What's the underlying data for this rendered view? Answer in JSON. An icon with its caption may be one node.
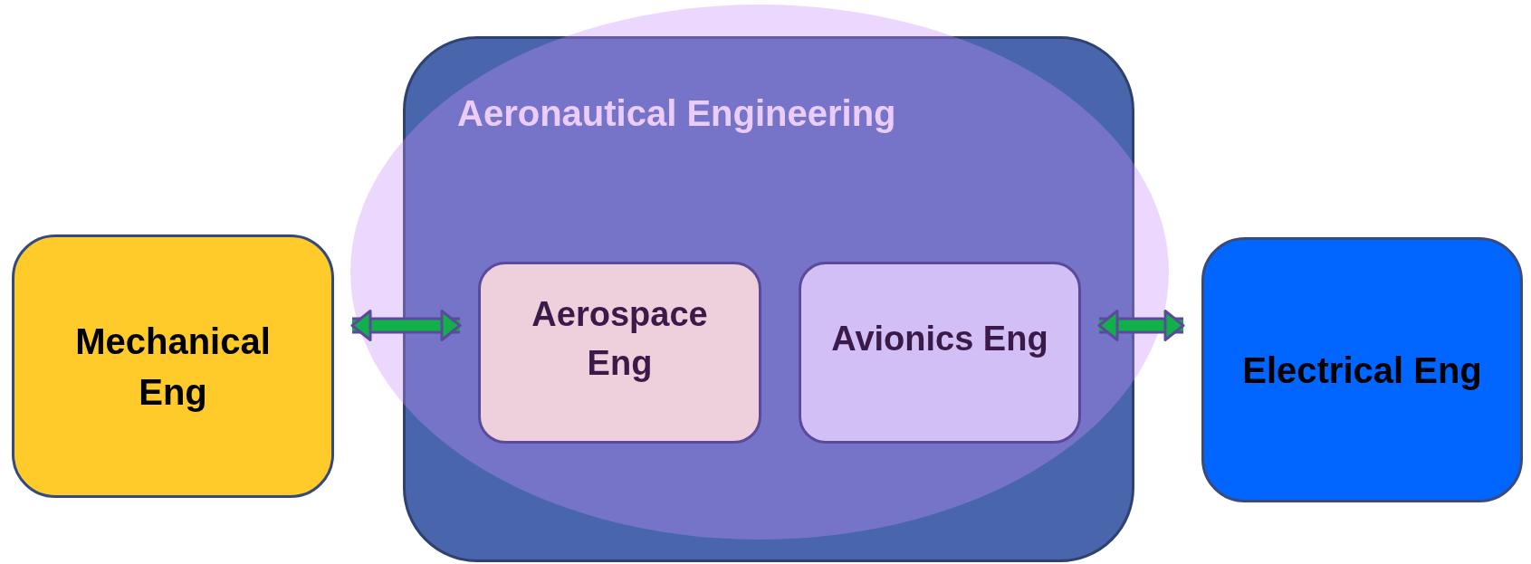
{
  "diagram": {
    "nodes": [
      {
        "text": [
          "Mechanical Eng"
        ]
      },
      {
        "text": [
          "Aeronautical Engineering"
        ]
      },
      {
        "text": [
          "Aerospace Eng"
        ],
        "in": 1
      },
      {
        "text": [
          "Avionics Eng"
        ],
        "in": 1
      },
      {
        "text": [
          "Electrical Eng"
        ]
      }
    ],
    "edges": [
      {
        "from": 0,
        "to": 2,
        "arrow": "both"
      },
      {
        "from": 3,
        "to": 4,
        "arrow": "both"
      }
    ]
  }
}
